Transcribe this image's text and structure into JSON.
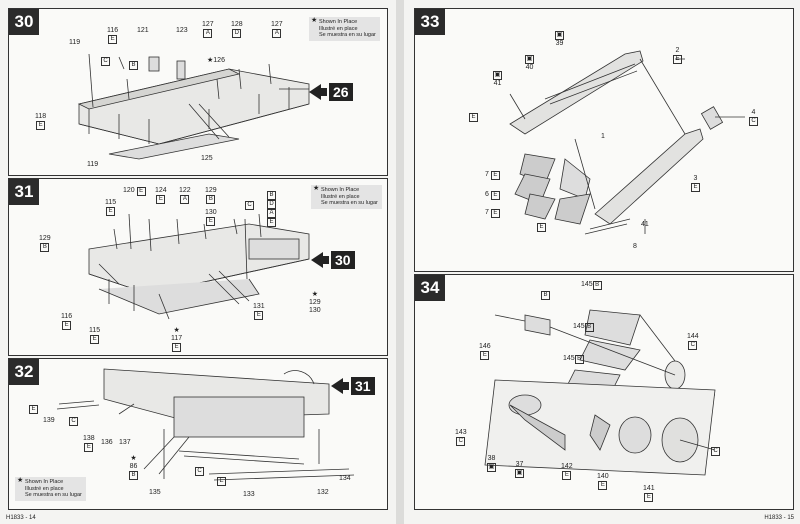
{
  "legend": {
    "line1": "Shown In Place",
    "line2": "Illustré en place",
    "line3": "Se muestra en su lugar",
    "star": "★"
  },
  "footer": {
    "left": "H1833 - 14",
    "right": "H1833 - 15"
  },
  "step30": {
    "num": "30",
    "ref": "26",
    "labels": [
      [
        "119",
        ""
      ],
      [
        "116",
        "E"
      ],
      [
        "121",
        ""
      ],
      [
        "123",
        ""
      ],
      [
        "127",
        "A"
      ],
      [
        "128",
        "D"
      ],
      [
        "127",
        "A"
      ],
      [
        "C",
        ""
      ],
      [
        "B",
        ""
      ],
      [
        "126",
        "★"
      ],
      [
        "125",
        ""
      ],
      [
        "118",
        "E"
      ],
      [
        "119",
        ""
      ]
    ]
  },
  "step31": {
    "num": "31",
    "ref": "30",
    "labels": [
      [
        "120",
        "E"
      ],
      [
        "124",
        ""
      ],
      [
        "122",
        "A"
      ],
      [
        "129",
        "B"
      ],
      [
        "130",
        "E"
      ],
      [
        "115",
        "E"
      ],
      [
        "129",
        "B"
      ],
      [
        "116",
        "E"
      ],
      [
        "115",
        "E"
      ],
      [
        "117",
        "E"
      ],
      [
        "131",
        "E"
      ],
      [
        "129",
        "★"
      ],
      [
        "130",
        ""
      ],
      [
        "B",
        ""
      ],
      [
        "D",
        ""
      ],
      [
        "A",
        ""
      ],
      [
        "C",
        ""
      ],
      [
        "E",
        ""
      ]
    ]
  },
  "step32": {
    "num": "32",
    "ref": "31",
    "labels": [
      [
        "139",
        ""
      ],
      [
        "138",
        "E"
      ],
      [
        "136",
        ""
      ],
      [
        "137",
        ""
      ],
      [
        "86",
        "B"
      ],
      [
        "135",
        ""
      ],
      [
        "133",
        ""
      ],
      [
        "132",
        ""
      ],
      [
        "134",
        ""
      ],
      [
        "C",
        ""
      ],
      [
        "E",
        ""
      ],
      [
        "E",
        ""
      ],
      [
        "C",
        ""
      ]
    ]
  },
  "step33": {
    "num": "33",
    "labels": [
      [
        "39",
        ""
      ],
      [
        "2",
        "E"
      ],
      [
        "40",
        ""
      ],
      [
        "41",
        ""
      ],
      [
        "4",
        "C"
      ],
      [
        "1",
        ""
      ],
      [
        "3",
        "E"
      ],
      [
        "7",
        "E"
      ],
      [
        "6",
        "E"
      ],
      [
        "7",
        "E"
      ],
      [
        "41",
        ""
      ],
      [
        "8",
        ""
      ],
      [
        "E",
        ""
      ],
      [
        "E",
        ""
      ]
    ]
  },
  "step34": {
    "num": "34",
    "labels": [
      [
        "B",
        ""
      ],
      [
        "145",
        "B"
      ],
      [
        "145",
        "B"
      ],
      [
        "145",
        "B"
      ],
      [
        "144",
        "C"
      ],
      [
        "146",
        "E"
      ],
      [
        "143",
        "C"
      ],
      [
        "38",
        ""
      ],
      [
        "37",
        ""
      ],
      [
        "142",
        "E"
      ],
      [
        "140",
        "E"
      ],
      [
        "141",
        "E"
      ],
      [
        "C",
        ""
      ]
    ]
  }
}
